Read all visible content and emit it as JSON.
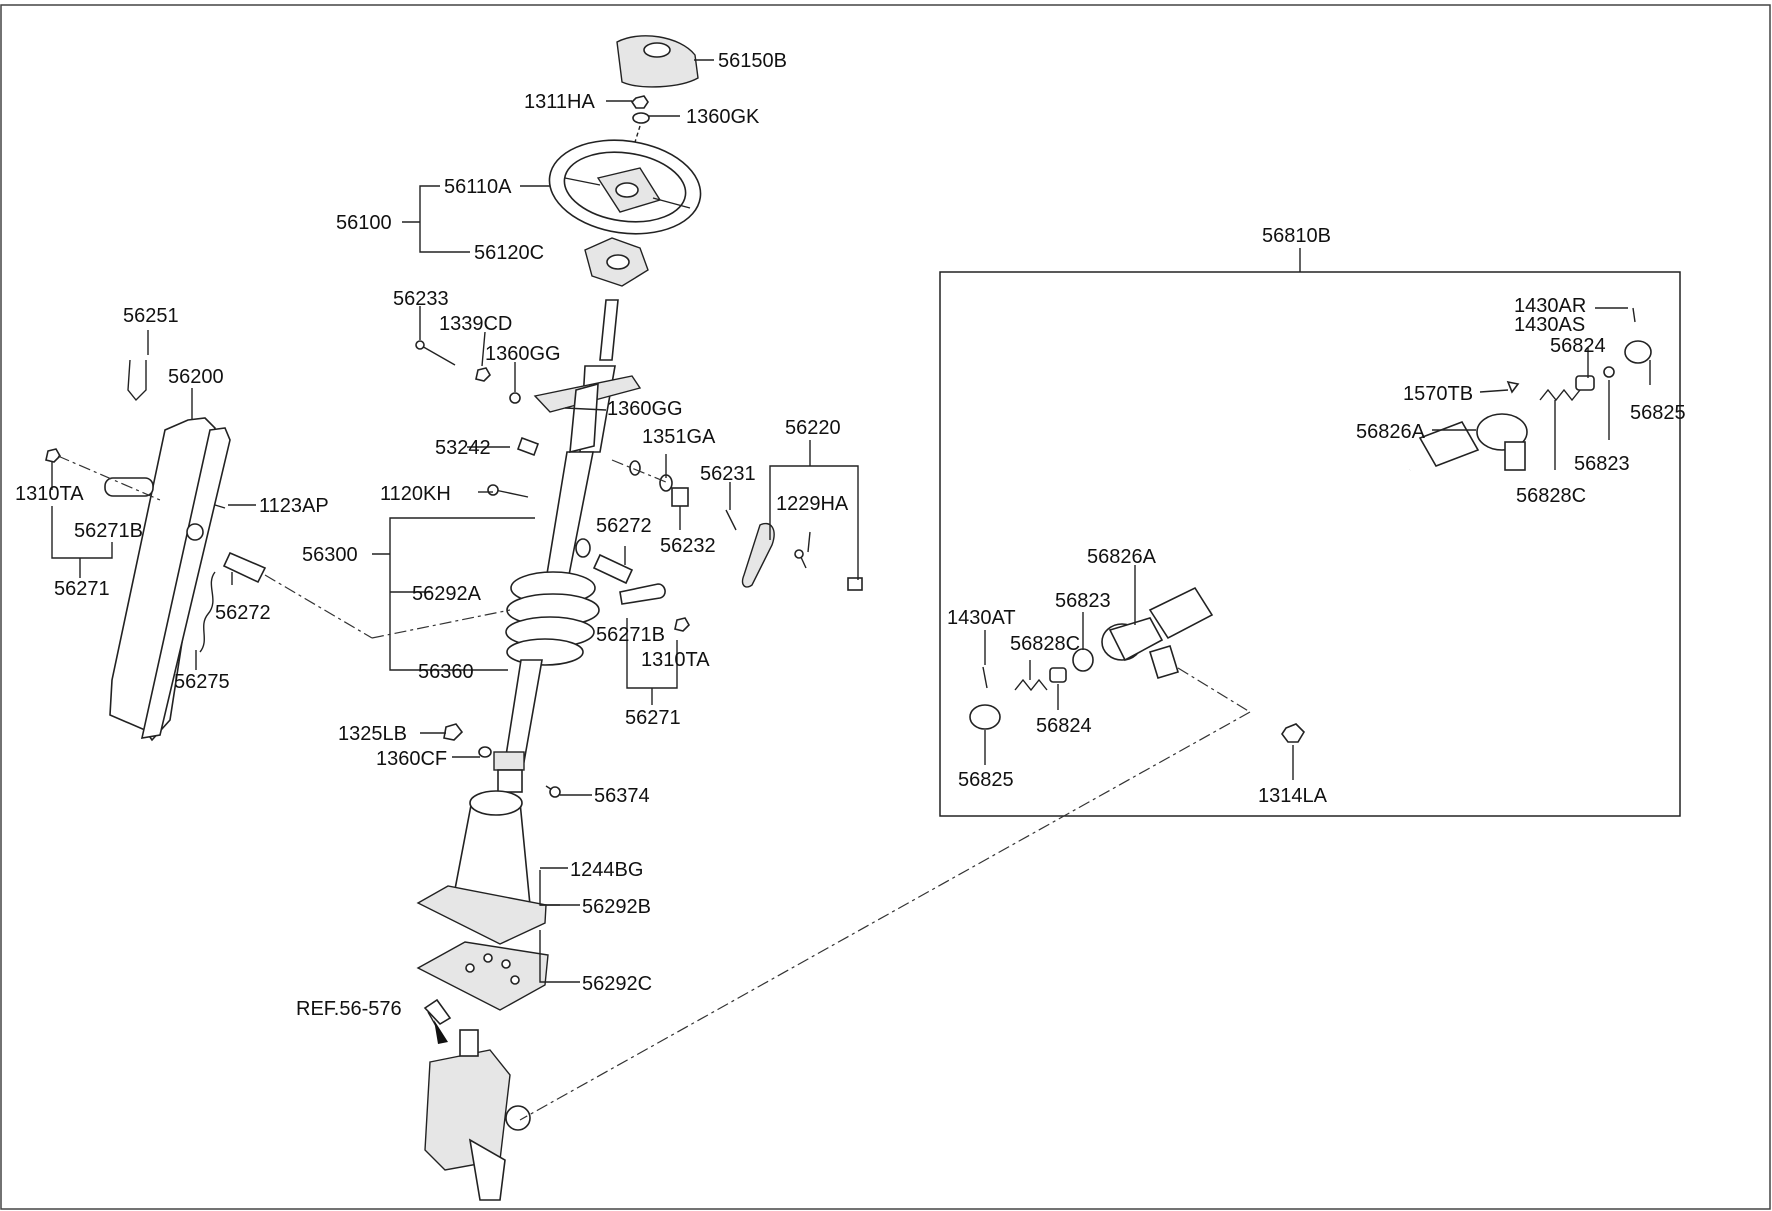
{
  "labels": {
    "p56150B": "56150B",
    "p1311HA": "1311HA",
    "p1360GK": "1360GK",
    "p56110A": "56110A",
    "p56100": "56100",
    "p56120C": "56120C",
    "p56233": "56233",
    "p1339CD": "1339CD",
    "p1360GG_a": "1360GG",
    "p1360GG_b": "1360GG",
    "p1351GA": "1351GA",
    "p53242": "53242",
    "p56231": "56231",
    "p56220": "56220",
    "p1229HA": "1229HA",
    "p1120KH": "1120KH",
    "p56232": "56232",
    "p56251": "56251",
    "p56200": "56200",
    "p1310TA_a": "1310TA",
    "p1123AP": "1123AP",
    "p56271B_a": "56271B",
    "p56271_a": "56271",
    "p56272_a": "56272",
    "p56275": "56275",
    "p56300": "56300",
    "p56272_b": "56272",
    "p56292A": "56292A",
    "p56271B_b": "56271B",
    "p1310TA_b": "1310TA",
    "p56271_b": "56271",
    "p56360": "56360",
    "p1325LB": "1325LB",
    "p1360CF": "1360CF",
    "p56374": "56374",
    "p1244BG": "1244BG",
    "p56292B": "56292B",
    "p56292C": "56292C",
    "pREF": "REF.56-576",
    "p56810B": "56810B",
    "p1430AR": "1430AR",
    "p1430AS": "1430AS",
    "p56824_a": "56824",
    "p1570TB": "1570TB",
    "p56825_a": "56825",
    "p56826A_a": "56826A",
    "p56823_a": "56823",
    "p56828C_a": "56828C",
    "p56826A_b": "56826A",
    "p56823_b": "56823",
    "p1430AT": "1430AT",
    "p56828C_b": "56828C",
    "p56824_b": "56824",
    "p56825_b": "56825",
    "p1314LA": "1314LA"
  }
}
